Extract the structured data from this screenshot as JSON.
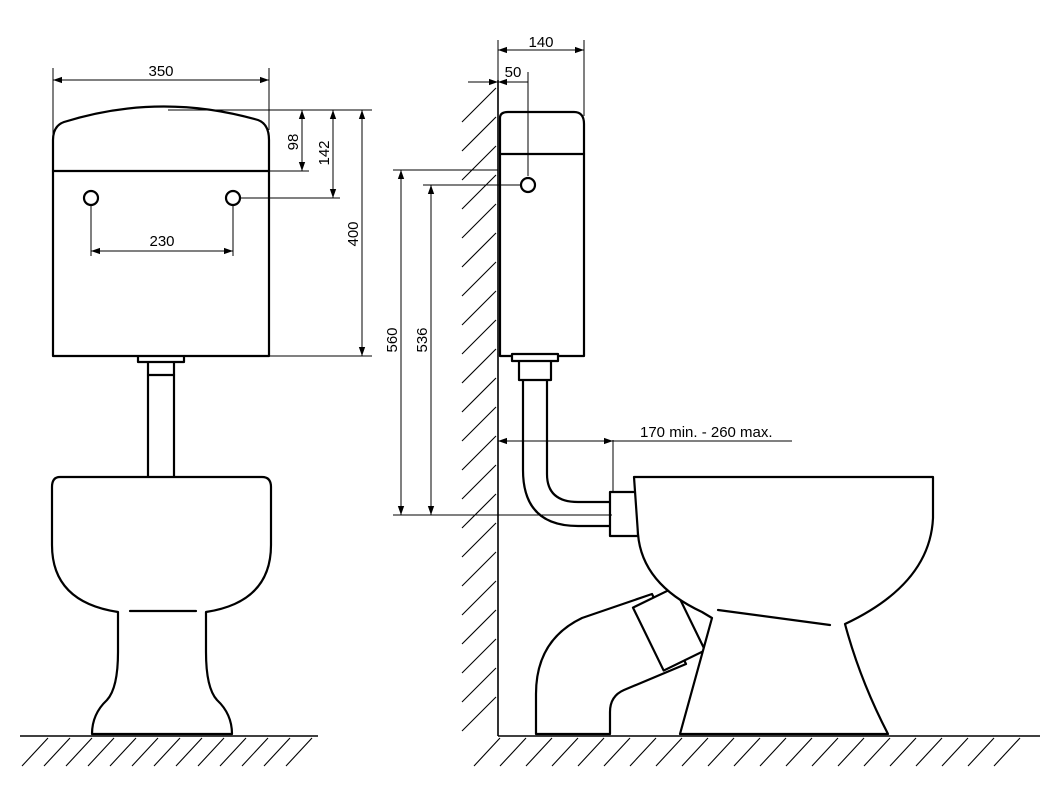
{
  "front_view": {
    "width_label": "350",
    "hole_spacing_label": "230",
    "lid_height_label": "98",
    "hole_height_label": "142",
    "cistern_height_label": "400"
  },
  "side_view": {
    "depth_label": "140",
    "hole_offset_label": "50",
    "total_height_label": "560",
    "hole_mount_height_label": "536",
    "wall_distance_label": "170 min. - 260 max."
  }
}
